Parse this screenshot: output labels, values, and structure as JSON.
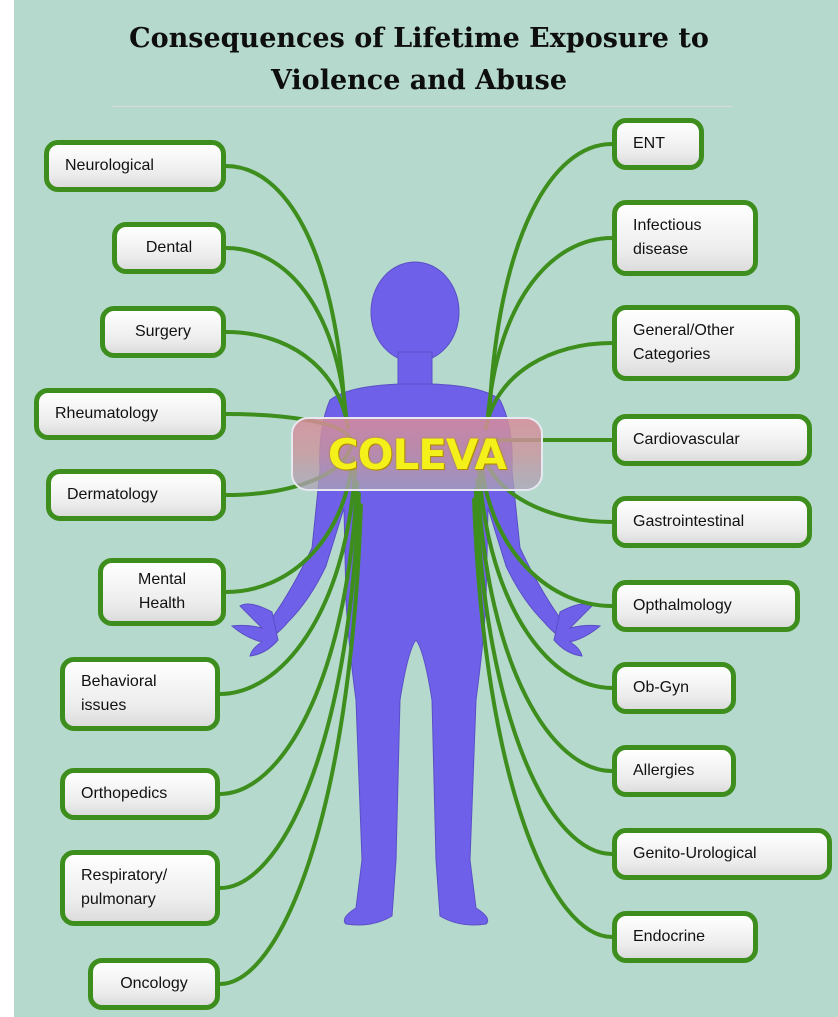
{
  "title": {
    "line1": "Consequences of Lifetime Exposure to",
    "line2": "Violence and Abuse"
  },
  "hub": {
    "label": "COLEVA"
  },
  "colors": {
    "background": "#b5d9cd",
    "figure": "#6f60ea",
    "connector": "#3e8e1d",
    "hub_text": "#f4f01a"
  },
  "left_nodes": [
    "Neurological",
    "Dental",
    "Surgery",
    "Rheumatology",
    "Dermatology",
    "Mental\nHealth",
    "Behavioral\nissues",
    "Orthopedics",
    "Respiratory/\npulmonary",
    "Oncology"
  ],
  "right_nodes": [
    "ENT",
    "Infectious\ndisease",
    "General/Other\nCategories",
    "Cardiovascular",
    "Gastrointestinal",
    "Opthalmology",
    "Ob-Gyn",
    "Allergies",
    "Genito-Urological",
    "Endocrine"
  ]
}
